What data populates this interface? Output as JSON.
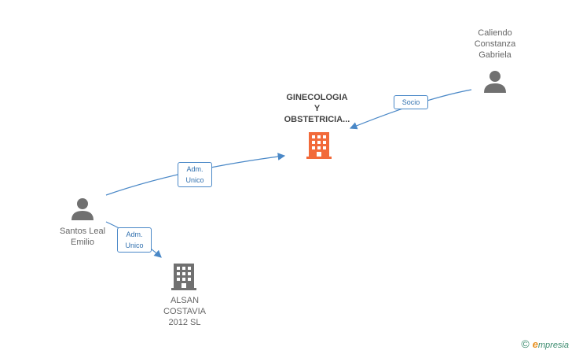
{
  "nodes": {
    "company_main": {
      "lines": [
        "GINECOLOGIA",
        "Y",
        "OBSTETRICIA..."
      ],
      "icon": "building-icon",
      "color": "#f26a3a"
    },
    "company_alsan": {
      "lines": [
        "ALSAN",
        "COSTAVIA",
        "2012 SL"
      ],
      "icon": "building-icon",
      "color": "#707070"
    },
    "person_caliendo": {
      "lines": [
        "Caliendo",
        "Constanza",
        "Gabriela"
      ],
      "icon": "person-icon",
      "color": "#707070"
    },
    "person_santos": {
      "lines": [
        "Santos Leal",
        "Emilio"
      ],
      "icon": "person-icon",
      "color": "#707070"
    }
  },
  "edges": {
    "socio": {
      "lines": [
        "Socio"
      ]
    },
    "adm_main": {
      "lines": [
        "Adm.",
        "Unico"
      ]
    },
    "adm_alsan": {
      "lines": [
        "Adm.",
        "Unico"
      ]
    }
  },
  "brand": {
    "symbol": "©",
    "initial": "e",
    "rest": "mpresia"
  },
  "colors": {
    "edge": "#4a88c7",
    "accent": "#f26a3a",
    "gray": "#707070"
  }
}
